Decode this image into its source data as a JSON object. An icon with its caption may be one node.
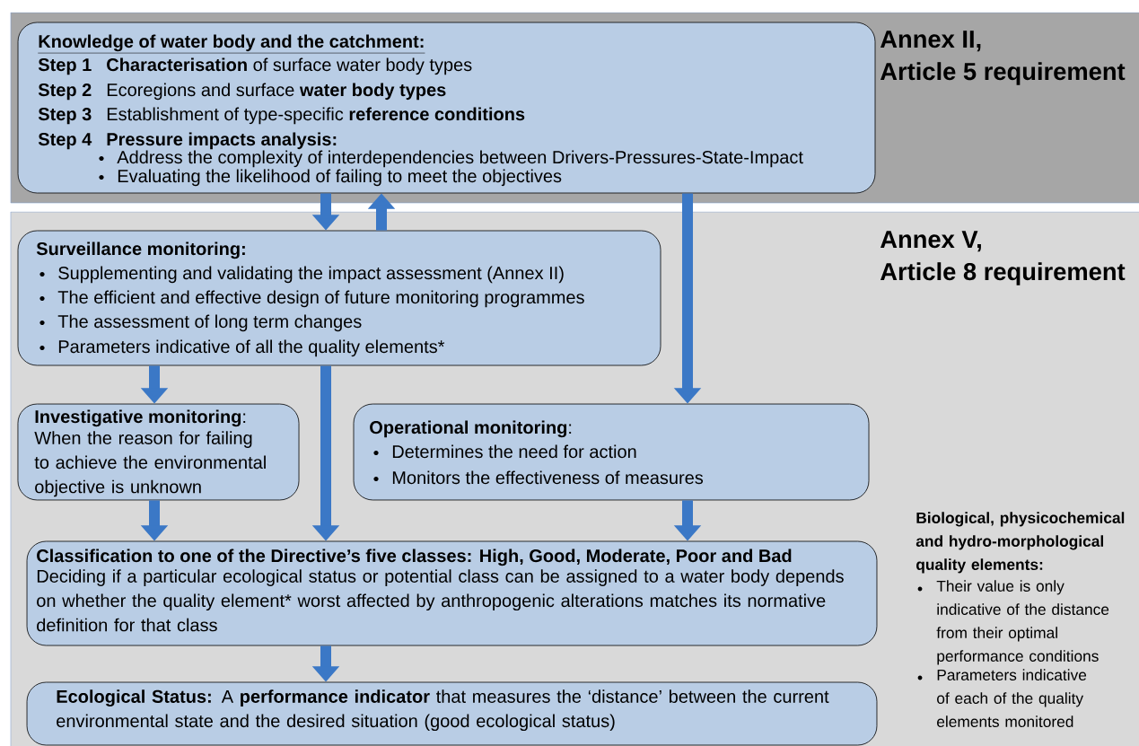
{
  "diagram": {
    "nodes": [
      {
        "text": [
          "Annex II,",
          "Article 5 requirement"
        ]
      },
      {
        "text": [
          "Knowledge of water body and the catchment:",
          "Step 1",
          "**Characterisation** of surface water body types",
          "Step 2",
          "Ecoregions and surface **water body types**",
          "Step 3",
          "Establishment of type-specific **reference conditions**",
          "Step 4",
          "Pressure impacts analysis:",
          "Address the complexity of interdependencies between Drivers-Pressures-State-Impact",
          "Evaluating the likelihood of failing to meet the objectives"
        ],
        "in": 0
      },
      {
        "text": [
          "Annex V,",
          "Article 8 requirement"
        ]
      },
      {
        "text": [
          "Surveillance monitoring:",
          "Supplementing and validating the impact assessment (Annex II)",
          "The efficient and effective design of future monitoring programmes",
          "The assessment of long term changes",
          "Parameters indicative of all the quality elements*"
        ],
        "in": 2
      },
      {
        "text": [
          "**Investigative monitoring**:",
          "When the reason for failing to achieve the environmental objective is unknown"
        ],
        "in": 2
      },
      {
        "text": [
          "**Operational monitoring**:",
          "Determines the need for action",
          "Monitors the effectiveness of measures"
        ],
        "in": 2
      },
      {
        "text": [
          "Classification to one of the Directive’s five classes: High, Good, Moderate, Poor and Bad",
          "Deciding if a particular ecological status or potential class can be assigned to a water body depends on whether the quality element* worst affected by anthropogenic alterations matches its normative definition for that class"
        ],
        "in": 2
      },
      {
        "text": [
          "**Ecological Status:** A **performance indicator** that measures the ‘distance’ between the current environmental state and the desired situation (good ecological status)"
        ],
        "in": 2
      }
    ],
    "edges": [
      {
        "from": 1,
        "to": 3,
        "arrow": "to"
      },
      {
        "from": 3,
        "to": 1,
        "arrow": "to"
      },
      {
        "from": 1,
        "to": 5,
        "arrow": "to"
      },
      {
        "from": 3,
        "to": 4,
        "arrow": "to"
      },
      {
        "from": 3,
        "to": 6,
        "arrow": "to"
      },
      {
        "from": 4,
        "to": 6,
        "arrow": "to"
      },
      {
        "from": 5,
        "to": 6,
        "arrow": "to"
      },
      {
        "from": 6,
        "to": 7,
        "arrow": "to"
      }
    ],
    "labels": [
      "Biological, physicochemical and hydro-morphological quality elements:",
      "Their value is only indicative of the distance from their optimal performance conditions",
      "Parameters indicative of each of the quality elements monitored"
    ]
  }
}
